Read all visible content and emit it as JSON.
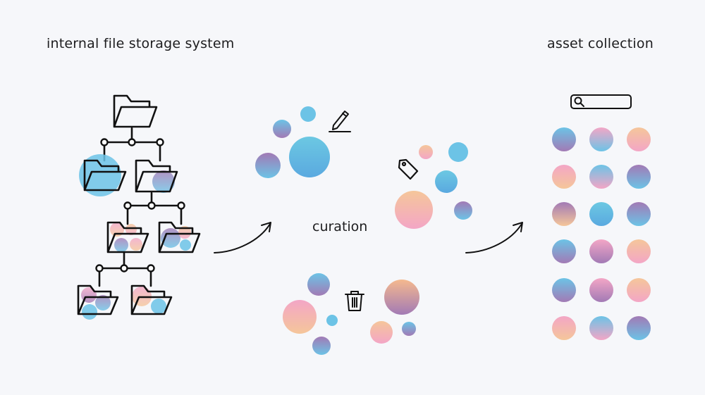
{
  "labels": {
    "source": "internal file storage system",
    "process": "curation",
    "target": "asset collection"
  },
  "icons": {
    "folder": "folder-icon",
    "edit": "pencil-icon",
    "tag": "tag-icon",
    "delete": "trash-icon",
    "search": "search-icon",
    "arrow": "curved-arrow-icon"
  },
  "colors": {
    "background": "#f6f7fa",
    "ink": "#1d1d1f",
    "blue": "#5fb8e3",
    "purple": "#9a7bb8",
    "pink": "#f2a9c4",
    "peach": "#f5c59a"
  }
}
